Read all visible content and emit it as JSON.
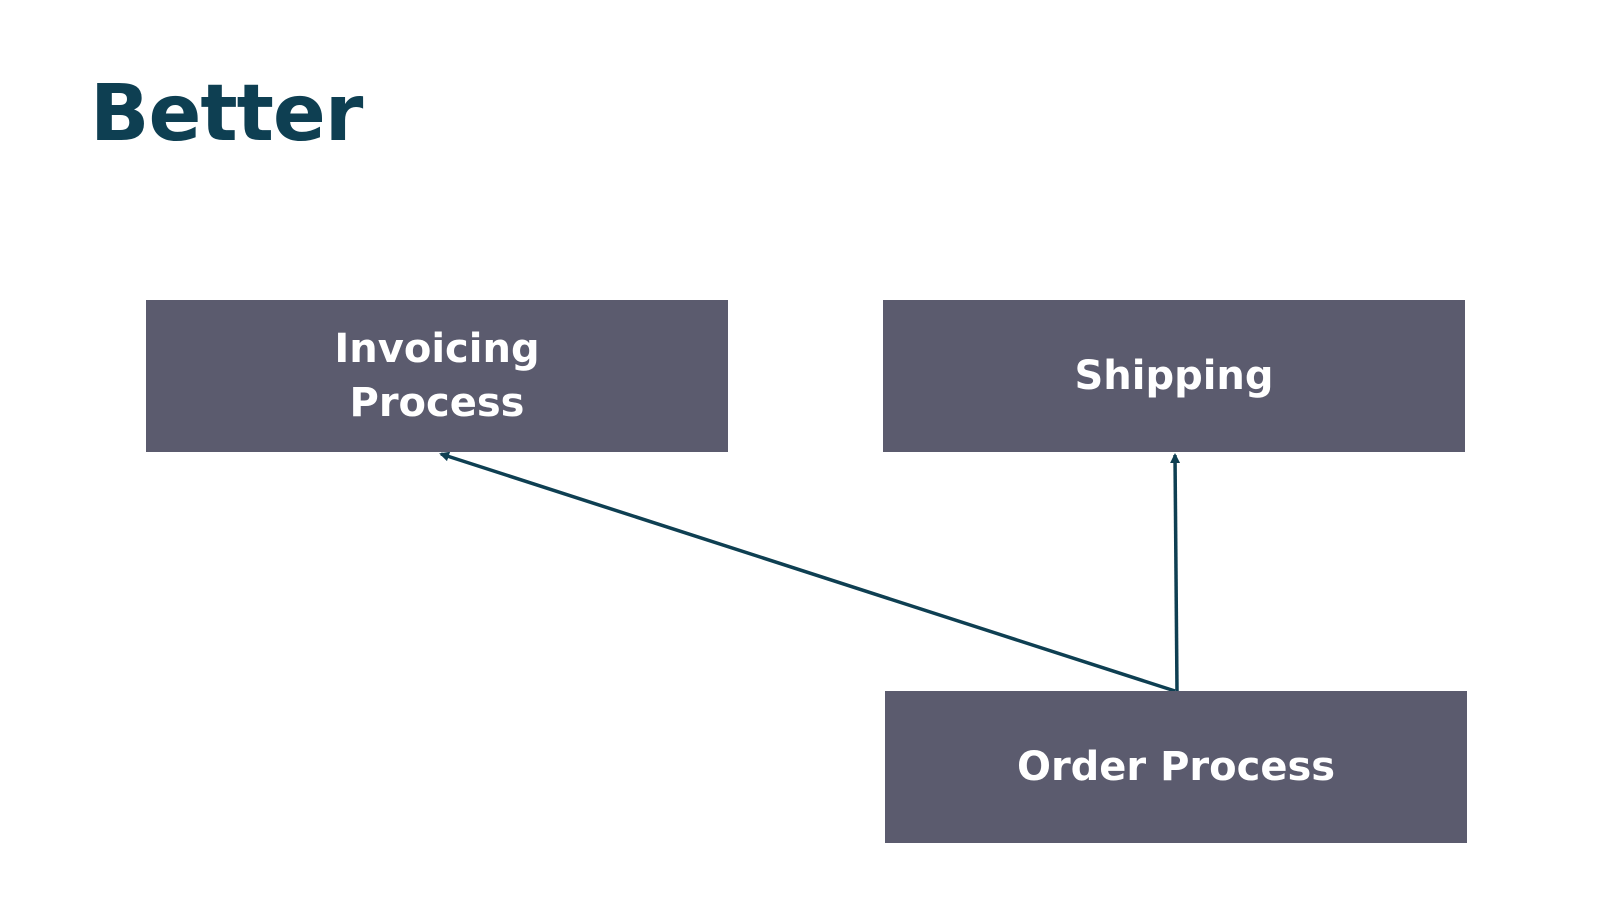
{
  "slide": {
    "title": "Better"
  },
  "diagram": {
    "nodes": {
      "invoicing": {
        "label": "Invoicing Process"
      },
      "shipping": {
        "label": "Shipping"
      },
      "order": {
        "label": "Order Process"
      }
    },
    "edges": [
      {
        "from": "order",
        "to": "invoicing"
      },
      {
        "from": "order",
        "to": "shipping"
      }
    ]
  },
  "colors": {
    "title": "#0e3f52",
    "box_fill": "#5b5b6e",
    "box_text": "#ffffff",
    "arrow": "#0e3f52",
    "background": "#ffffff"
  }
}
